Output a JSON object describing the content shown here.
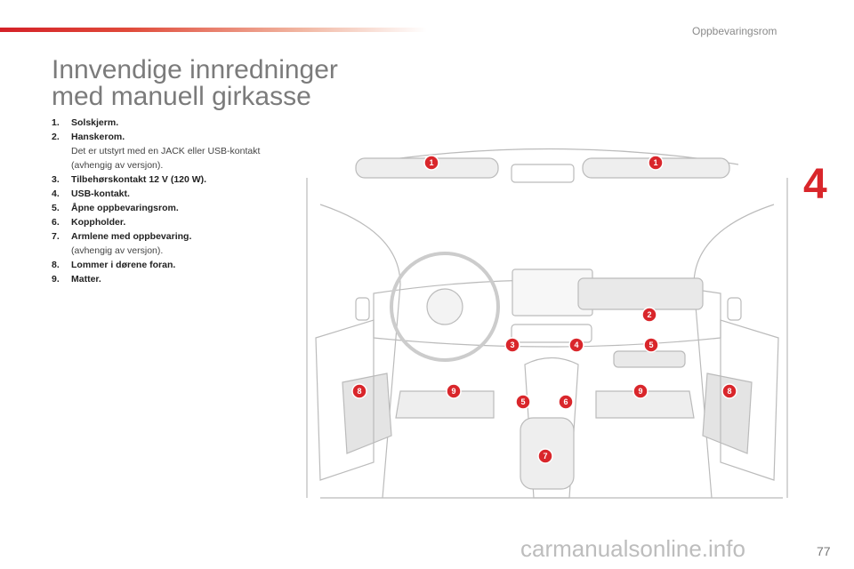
{
  "header": {
    "section": "Oppbevaringsrom",
    "chapter": "4"
  },
  "title": {
    "line1": "Innvendige innredninger",
    "line2": "med manuell girkasse"
  },
  "items": [
    {
      "num": "1.",
      "label": "Solskjerm.",
      "note": ""
    },
    {
      "num": "2.",
      "label": "Hanskerom.",
      "note": "Det er utstyrt med en JACK eller USB-kontakt (avhengig av versjon)."
    },
    {
      "num": "3.",
      "label": "Tilbehørskontakt 12 V (120 W).",
      "note": ""
    },
    {
      "num": "4.",
      "label": "USB-kontakt.",
      "note": ""
    },
    {
      "num": "5.",
      "label": "Åpne oppbevaringsrom.",
      "note": ""
    },
    {
      "num": "6.",
      "label": "Koppholder.",
      "note": ""
    },
    {
      "num": "7.",
      "label": "Armlene med oppbevaring.",
      "note": "(avhengig av versjon)."
    },
    {
      "num": "8.",
      "label": "Lommer i dørene foran.",
      "note": ""
    },
    {
      "num": "9.",
      "label": "Matter.",
      "note": ""
    }
  ],
  "callouts": [
    "1",
    "1",
    "2",
    "3",
    "4",
    "5",
    "5",
    "6",
    "7",
    "8",
    "8",
    "9",
    "9"
  ],
  "footer": {
    "page": "77",
    "watermark": "carmanualsonline.info"
  },
  "colors": {
    "accent": "#d9262b",
    "title": "#7b7b7b"
  }
}
